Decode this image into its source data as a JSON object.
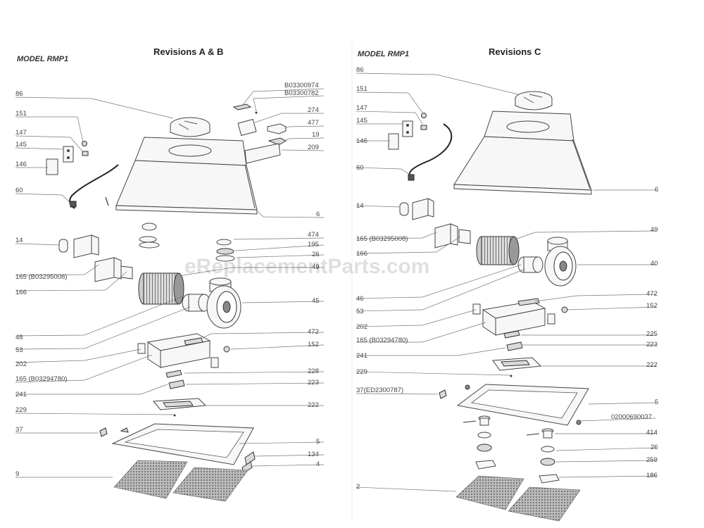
{
  "left_panel": {
    "model": "MODEL RMP1",
    "revision": "Revisions A & B",
    "labels": {
      "p86": "86",
      "p151": "151",
      "p147": "147",
      "p145": "145",
      "p146": "146",
      "p60": "60",
      "p14": "14",
      "p165a": "165 (B03295008)",
      "p166": "166",
      "p48": "48",
      "p53": "53",
      "p202": "202",
      "p165b": "165 (B03294780)",
      "p241": "241",
      "p229": "229",
      "p37": "37",
      "p9": "9",
      "pB1": "B03300974",
      "pB2": "B03300782",
      "p274": "274",
      "p477": "477",
      "p19": "19",
      "p209": "209",
      "p6": "6",
      "p474": "474",
      "p195": "195",
      "p26": "26",
      "p49": "49",
      "p45": "45",
      "p472": "472",
      "p152": "152",
      "p228": "228",
      "p223": "223",
      "p222": "222",
      "p5": "5",
      "p134": "134",
      "p4": "4"
    }
  },
  "right_panel": {
    "model": "MODEL RMP1",
    "revision": "Revisions C",
    "labels": {
      "p86": "86",
      "p151": "151",
      "p147": "147",
      "p145": "145",
      "p146": "146",
      "p60": "60",
      "p14": "14",
      "p165a": "165 (B03295008)",
      "p166": "166",
      "p46": "46",
      "p53": "53",
      "p202": "202",
      "p165b": "165 (B03294780)",
      "p241": "241",
      "p229": "229",
      "p37": "37(ED2300787)",
      "p2": "2",
      "p6": "6",
      "p49": "49",
      "p40": "40",
      "p472": "472",
      "p152": "152",
      "p225": "225",
      "p223": "223",
      "p222": "222",
      "p5": "5",
      "pB3": "02000690037",
      "p414": "414",
      "p26": "26",
      "p259": "259",
      "p186": "186"
    }
  },
  "watermark": "eReplacementParts.com"
}
